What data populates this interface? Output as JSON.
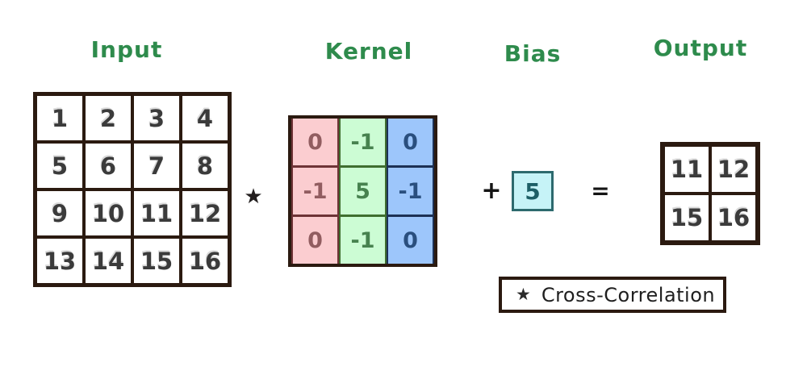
{
  "titles": {
    "input": "Input",
    "kernel": "Kernel",
    "bias": "Bias",
    "output": "Output"
  },
  "operators": {
    "cross_correlation_symbol": "★",
    "plus": "+",
    "equals": "="
  },
  "input_grid": {
    "rows": [
      [
        "1",
        "2",
        "3",
        "4"
      ],
      [
        "5",
        "6",
        "7",
        "8"
      ],
      [
        "9",
        "10",
        "11",
        "12"
      ],
      [
        "13",
        "14",
        "15",
        "16"
      ]
    ]
  },
  "kernel_grid": {
    "columns": [
      {
        "values": [
          "0",
          "-1",
          "0"
        ],
        "fill": "#fbcdd0",
        "line": "#6e3336",
        "text": "#915d60"
      },
      {
        "values": [
          "-1",
          "5",
          "-1"
        ],
        "fill": "#ccfcd4",
        "line": "#3f6e2f",
        "text": "#47824f"
      },
      {
        "values": [
          "0",
          "-1",
          "0"
        ],
        "fill": "#9dc6fb",
        "line": "#1c3054",
        "text": "#2a4f7e"
      }
    ]
  },
  "bias": {
    "value": "5",
    "fill": "#c6f3f7",
    "border": "#2d6a6e",
    "text_color": "#1d5f66"
  },
  "output_grid": {
    "rows": [
      [
        "11",
        "12"
      ],
      [
        "15",
        "16"
      ]
    ]
  },
  "legend": {
    "symbol": "★",
    "label": "Cross-Correlation"
  },
  "colors": {
    "title_green": "#2e8b4c",
    "grid_border": "#2b1a10",
    "digit_gray": "#3b3b3b",
    "operator_black": "#141414"
  }
}
